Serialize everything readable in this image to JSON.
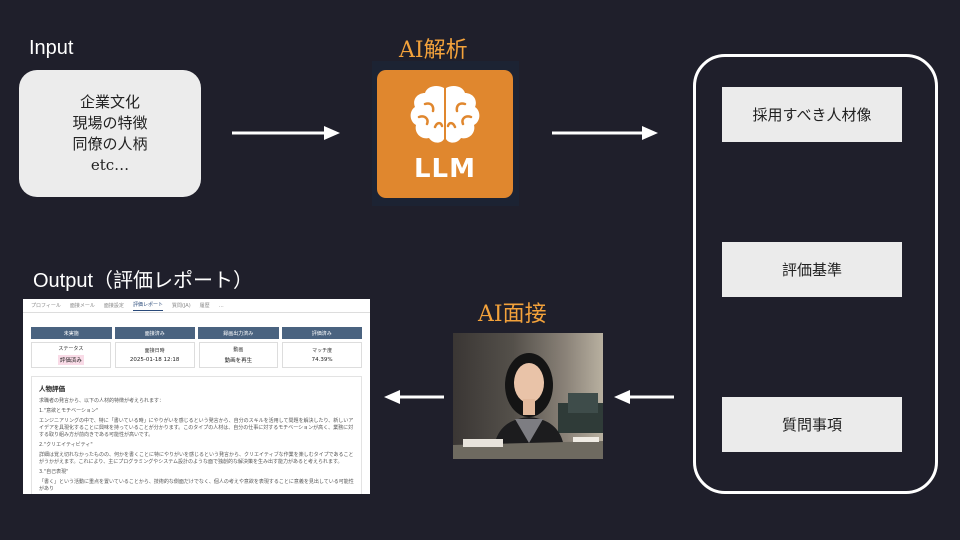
{
  "input": {
    "title": "Input",
    "items": [
      "企業文化",
      "現場の特徴",
      "同僚の人柄",
      "etc…"
    ]
  },
  "ai_analysis": {
    "title": "AI解析",
    "llm_label": "LLM"
  },
  "outputs": {
    "items": [
      "採用すべき人材像",
      "評価基準",
      "質問事項"
    ]
  },
  "ai_interview": {
    "title": "AI面接"
  },
  "output_report": {
    "title": "Output（評価レポート）",
    "tabs": [
      "プロフィール",
      "面接メール",
      "面接設定",
      "評価レポート",
      "質問(JA)",
      "履歴",
      "…"
    ],
    "active_tab_index": 3,
    "stages": [
      "未実施",
      "面接済み",
      "録画出力済み",
      "評価済み"
    ],
    "cards": [
      {
        "label": "ステータス",
        "value": "評価済み"
      },
      {
        "label": "面接日時",
        "value": "2025-01-18 12:18"
      },
      {
        "label": "動画",
        "value": "動画を再生"
      },
      {
        "label": "マッチ度",
        "value": "74.39%"
      }
    ],
    "section_title": "人物評価",
    "paragraphs": [
      "求職者の発言から、以下の人材的特徴が考えられます：",
      "1.\"意欲とモチベーション\"",
      "エンジニアリングの中で、特に「書いている時」にやりがいを感じるという発言から、自分のスキルを活用して問題を解決したり、新しいアイデアを具現化することに興味を持っていることが分かります。このタイプの人材は、自分の仕事に対するモチベーションが高く、業務に対する取り組み方が前向きである可能性が高いです。",
      "2.\"クリエイティビティ\"",
      "詳細は覚え切れなかったものの、何かを書くことに特にやりがいを感じるという発言から、クリエイティブな作業を楽しむタイプであることがうかがえます。これにより、主にプログラミングやシステム設計のような面で独創的な解決策を生み出す能力があると考えられます。",
      "3.\"自己表現\"",
      "「書く」という活動に重点を置いていることから、技術的な側面だけでなく、個人の考えや意欲を表現することに意義を見出している可能性があり"
    ]
  }
}
